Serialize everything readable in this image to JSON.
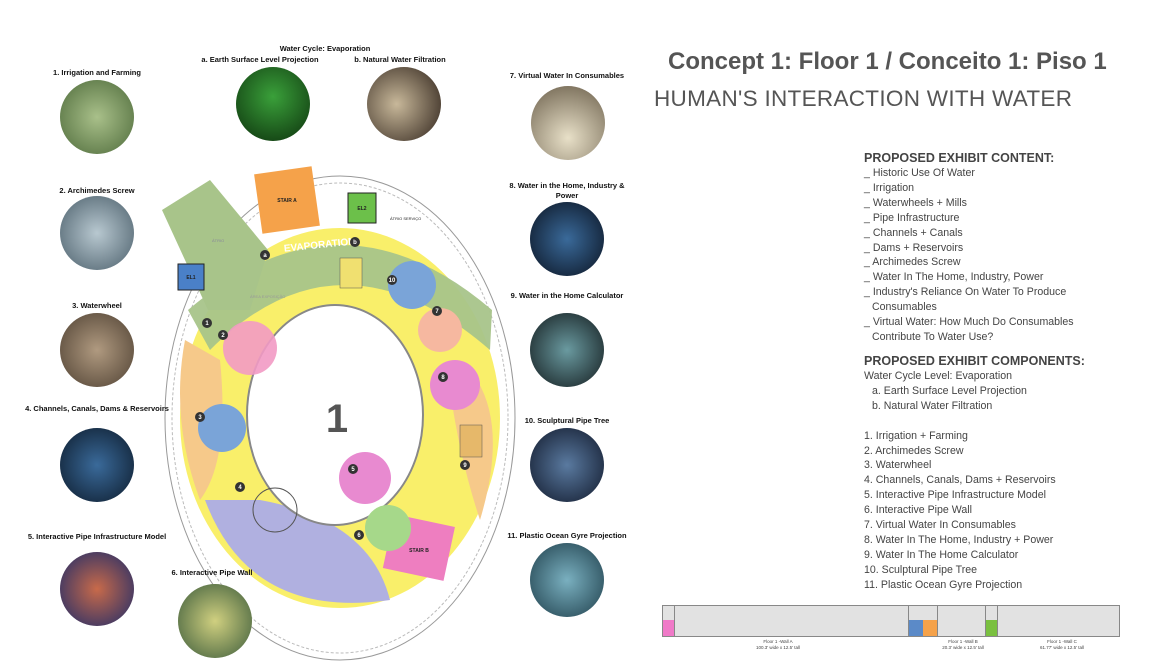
{
  "title": "Concept 1: Floor 1 / Conceito 1: Piso 1",
  "subtitle": "HUMAN'S INTERACTION WITH WATER",
  "water_cycle": {
    "heading": "Water Cycle: Evaporation",
    "a": "a. Earth Surface Level Projection",
    "b": "b. Natural Water Filtration"
  },
  "exhibits": [
    {
      "label": "1. Irrigation and Farming",
      "color": "#6d8a55"
    },
    {
      "label": "2. Archimedes Screw",
      "color": "#5e7380"
    },
    {
      "label": "3. Waterwheel",
      "color": "#7a6a58"
    },
    {
      "label": "4. Channels, Canals, Dams & Reservoirs",
      "color": "#1e3550"
    },
    {
      "label": "5. Interactive Pipe Infrastructure Model",
      "color": "#3a4a8a"
    },
    {
      "label": "6. Interactive Pipe Wall",
      "color": "#6e7a4a"
    },
    {
      "label": "7. Virtual Water In Consumables",
      "color": "#9a8a70"
    },
    {
      "label": "8. Water in the Home, Industry & Power",
      "color": "#1c2c44"
    },
    {
      "label": "9. Water in the Home Calculator",
      "color": "#2a3a3e"
    },
    {
      "label": "10. Sculptural Pipe Tree",
      "color": "#283a55"
    },
    {
      "label": "11. Plastic Ocean Gyre Projection",
      "color": "#3c6a7a"
    }
  ],
  "wc_photos": {
    "a_color": "#1c5a1c",
    "b_color": "#4a3a2e"
  },
  "content": {
    "heading1": "PROPOSED EXHIBIT CONTENT:",
    "items1": [
      "_ Historic Use Of Water",
      "_ Irrigation",
      "_ Waterwheels + Mills",
      "_ Pipe Infrastructure",
      "_ Channels + Canals",
      "_ Dams + Reservoirs",
      "_ Archimedes Screw",
      "_ Water In The Home, Industry, Power",
      "_ Industry's Reliance On Water To Produce",
      "Consumables",
      "_ Virtual Water: How Much Do Consumables",
      "Contribute To Water Use?"
    ],
    "heading2": "PROPOSED EXHIBIT COMPONENTS:",
    "wc_line": "Water Cycle Level: Evaporation",
    "wc_a": "a. Earth Surface Level Projection",
    "wc_b": "b. Natural Water Filtration",
    "items2": [
      "1. Irrigation + Farming",
      "2. Archimedes Screw",
      "3. Waterwheel",
      "4. Channels, Canals, Dams + Reservoirs",
      "5. Interactive Pipe Infrastructure Model",
      "6. Interactive Pipe Wall",
      "7. Virtual Water In Consumables",
      "8. Water In The Home, Industry + Power",
      "9. Water In The Home Calculator",
      "10. Sculptural Pipe Tree",
      "11. Plastic Ocean Gyre Projection"
    ]
  },
  "plan": {
    "floor_number": "1",
    "evaporation": "EVAPORATION",
    "stair_a": "STAIR A",
    "stair_b": "STAIR B",
    "el1": "EL1",
    "el2": "EL2",
    "area": "ÁREA EXPOSIÇÃO",
    "atrio": "ÁTRIO",
    "servico": "ÁTRIO SERVIÇO",
    "markers": [
      "1",
      "2",
      "3",
      "4",
      "5",
      "6",
      "7",
      "8",
      "9",
      "10"
    ],
    "letters": [
      "a",
      "b"
    ]
  },
  "walls": [
    {
      "name": "Floor 1 -Wall A",
      "size": "100.3' wide x 12.5' tall"
    },
    {
      "name": "Floor 1 -Wall B",
      "size": "20.3' wide x 12.5' tall"
    },
    {
      "name": "Floor 1 -Wall C",
      "size": "61.77' wide x 12.5' tall"
    }
  ]
}
